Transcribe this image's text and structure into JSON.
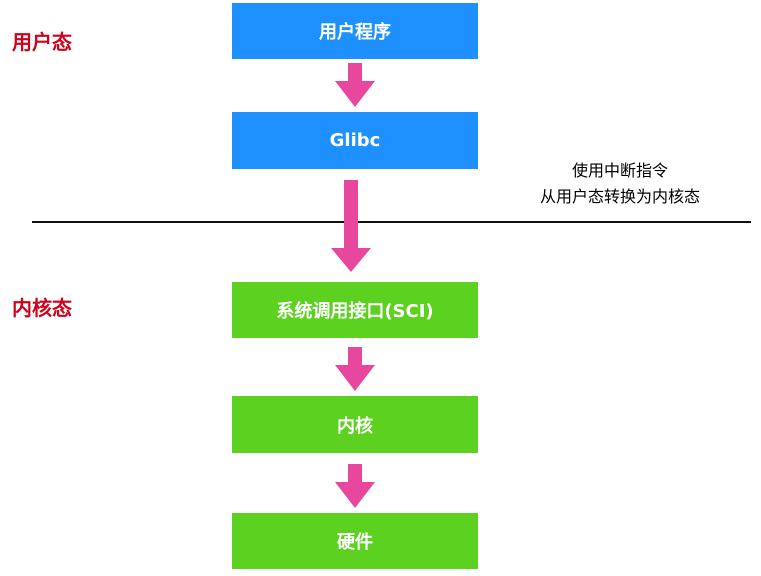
{
  "zones": {
    "user_mode": "用户态",
    "kernel_mode": "内核态"
  },
  "boxes": {
    "user_program": "用户程序",
    "glibc": "Glibc",
    "sci": "系统调用接口(SCI)",
    "kernel": "内核",
    "hardware": "硬件"
  },
  "note": {
    "line1": "使用中断指令",
    "line2": "从用户态转换为内核态"
  },
  "colors": {
    "user_box": "#1e90ff",
    "kernel_box": "#5cd11f",
    "arrow": "#e8479e",
    "zone_label": "#d0021b"
  }
}
